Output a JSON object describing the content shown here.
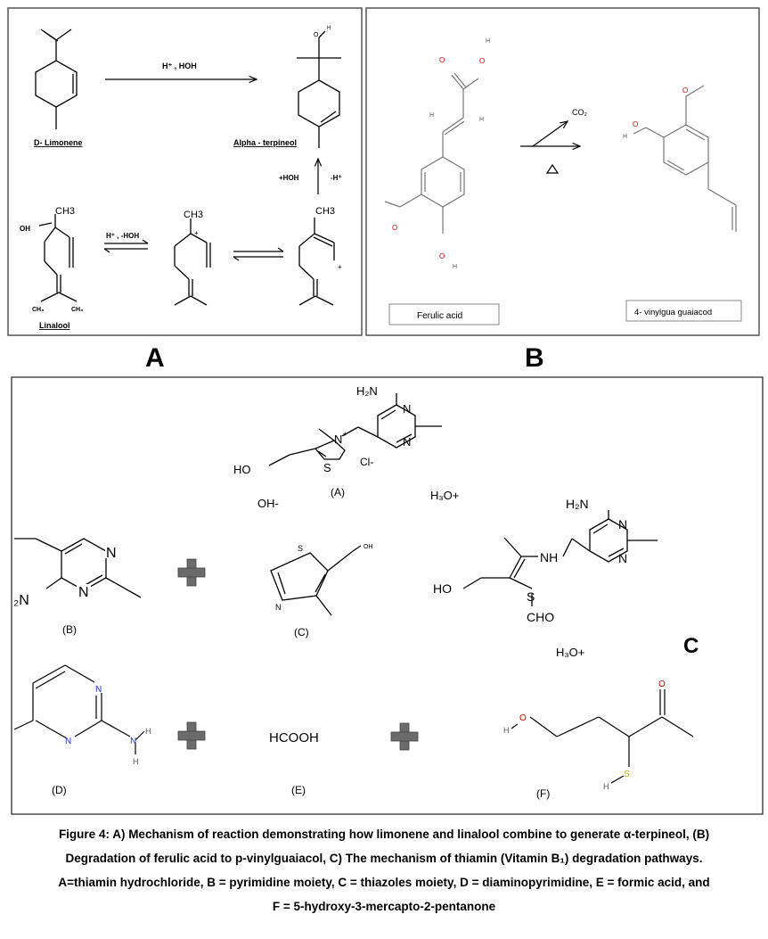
{
  "panel_a": {
    "letter": "A",
    "limonene_label": "D- Limonene",
    "terpineol_label": "Alpha - terpineol",
    "linalool_label": "Linalool",
    "arrow_top": "H⁺ , HOH",
    "arrow_mid": "H⁺ , -HOH",
    "arrow_up_left": "+HOH",
    "arrow_up_right": "-H⁺",
    "ch3": "CH3",
    "oh": "OH",
    "ch3_small": "CH₃",
    "plus": "+"
  },
  "panel_b": {
    "letter": "B",
    "ferulic_label": "Ferulic acid",
    "vinyl_label": "4- vinylgua guaiacod",
    "co2": "CO₂",
    "o": "O",
    "h": "H"
  },
  "panel_c": {
    "letter": "C",
    "label_a": "(A)",
    "label_b": "(B)",
    "label_c": "(C)",
    "label_d": "(D)",
    "label_e": "(E)",
    "label_f": "(F)",
    "oh_minus": "OH-",
    "h3o_plus": "H₃O+",
    "cl_minus": "Cl-",
    "h2n": "H₂N",
    "ho": "HO",
    "n": "N",
    "s": "S",
    "nh": "NH",
    "cho": "CHO",
    "oh_small": "OH",
    "hcooh": "HCOOH",
    "h": "H",
    "o": "O",
    "n_plus": "N",
    "plus_sup": "+",
    "h2n_left": "₂N"
  },
  "caption": {
    "line1": "Figure 4: A) Mechanism of reaction demonstrating how limonene and linalool combine to generate α-terpineol, (B)",
    "line2": "Degradation of ferulic acid to p-vinylguaiacol, C) The mechanism of thiamin (Vitamin B₁) degradation pathways.",
    "line3": "A=thiamin hydrochloride, B = pyrimidine moiety, C = thiazoles moiety, D = diaminopyrimidine, E = formic acid, and",
    "line4": "F = 5-hydroxy-3-mercapto-2-pentanone"
  }
}
